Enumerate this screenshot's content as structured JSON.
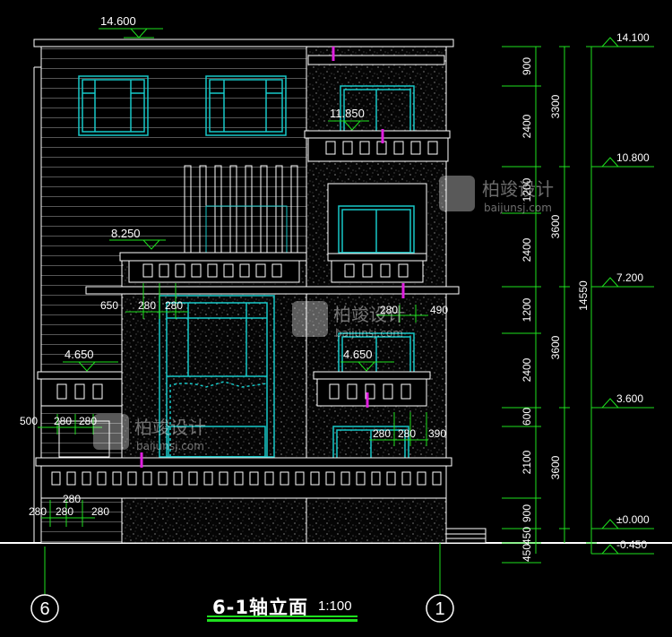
{
  "drawing": {
    "title": "6-1轴立面",
    "scale": "1:100",
    "axis_left": "6",
    "axis_right": "1"
  },
  "elevations_top": {
    "roof": "14.600",
    "terrace": "11.850",
    "balcony2": "8.250",
    "left_eave": "4.650",
    "right_eave": "4.650"
  },
  "elevations_right": [
    "14.100",
    "10.800",
    "7.200",
    "3.600",
    "±0.000",
    "-0.450"
  ],
  "dims_right_inner": [
    "900",
    "2400",
    "1200",
    "2400",
    "1200",
    "2400",
    "600",
    "2100",
    "900",
    "450",
    "450"
  ],
  "dims_right_floor": [
    "3300",
    "3600",
    "3600",
    "3600"
  ],
  "dim_total": "14550",
  "facade_dims": {
    "row1": [
      "650",
      "280",
      "280"
    ],
    "row1_right": [
      "280",
      "490"
    ],
    "row2_left": [
      "500",
      "280",
      "280"
    ],
    "row2_right": [
      "280",
      "280",
      "390"
    ],
    "row3_mid": "280",
    "row3": [
      "280",
      "280",
      "280"
    ]
  },
  "watermark": {
    "brand": "柏竣设计",
    "url": "baijunsj.com"
  },
  "colors": {
    "background": "#000000",
    "lines": "#ffffff",
    "dimension": "#1ee01e",
    "windows": "#17c8c8",
    "accent": "#e01ee0"
  }
}
